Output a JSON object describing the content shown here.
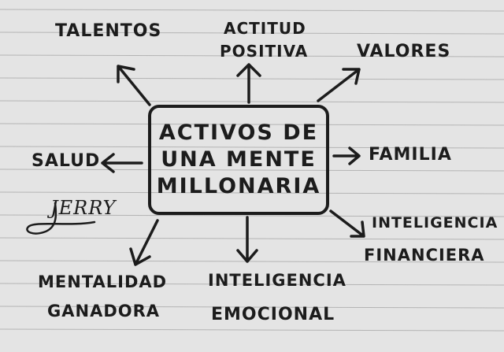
{
  "diagram": {
    "center": {
      "lines": [
        "ACTIVOS DE",
        "UNA MENTE",
        "MILLONARIA"
      ]
    },
    "branches": {
      "talentos": "TALENTOS",
      "actitud_line1": "ACTITUD",
      "actitud_line2": "POSITIVA",
      "valores": "VALORES",
      "salud": "SALUD",
      "familia": "FAMILIA",
      "inteligencia_financiera_line1": "INTELIGENCIA",
      "inteligencia_financiera_line2": "FINANCIERA",
      "inteligencia_emocional_line1": "INTELIGENCIA",
      "inteligencia_emocional_line2": "EMOCIONAL",
      "mentalidad_line1": "MENTALIDAD",
      "mentalidad_line2": "GANADORA"
    },
    "signature": "JERRY"
  },
  "colors": {
    "ink": "#1c1c1c",
    "paper": "#e4e4e4",
    "ruled_line": "#b4b4b4"
  }
}
